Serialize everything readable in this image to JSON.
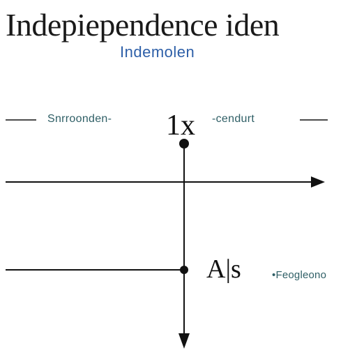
{
  "title": "Indepiependence iden",
  "subtitle": "Indemolen",
  "labels": {
    "left_top": "Snrroonden-",
    "right_top": "-cendurt",
    "top_node": "1x",
    "mid_node": "A|s",
    "bottom_right": "•Feogleono"
  },
  "colors": {
    "title": "#1a1a1a",
    "subtitle": "#2d5fa8",
    "label": "#2f5f66",
    "line": "#111111"
  }
}
